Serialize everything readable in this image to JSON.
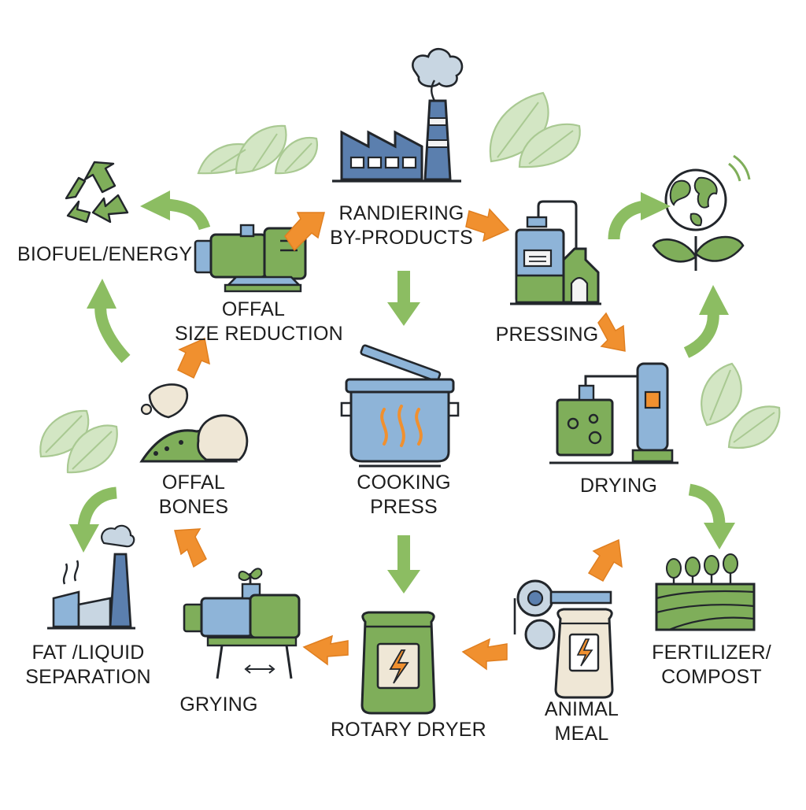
{
  "labels": {
    "rendering_line1": "RANDIERING",
    "rendering_line2": "BY-PRODUCTS",
    "biofuel": "BIOFUEL/ENERGY",
    "offal_size_line1": "OFFAL",
    "offal_size_line2": "SIZE REDUCTION",
    "pressing": "PRESSING",
    "offal_bones_line1": "OFFAL",
    "offal_bones_line2": "BONES",
    "cooking_line1": "COOKING",
    "cooking_line2": "PRESS",
    "drying": "DRYING",
    "fat_liquid_line1": "FAT /LIQUID",
    "fat_liquid_line2": "SEPARATION",
    "grying": "GRYING",
    "rotary_dryer": "ROTARY DRYER",
    "animal_meal_line1": "ANIMAL",
    "animal_meal_line2": "MEAL",
    "fertilizer_line1": "FERTILIZER/",
    "fertilizer_line2": "COMPOST"
  },
  "colors": {
    "orange_arrow": "#f0902f",
    "green_arrow": "#8cbd62",
    "machine_green": "#7fae5a",
    "machine_blue": "#8eb4d8",
    "leaf_fill": "#cfe3c0",
    "ink": "#22262b"
  },
  "icons": [
    "factory-icon",
    "recycle-icon",
    "earth-icon",
    "sprout-icon",
    "grinder-icon",
    "press-machine-icon",
    "offal-pile-icon",
    "cooking-pot-icon",
    "dryer-tower-icon",
    "fat-plant-icon",
    "pump-icon",
    "feed-bag-icon",
    "meal-bag-icon",
    "field-icon",
    "leaf-icon"
  ]
}
